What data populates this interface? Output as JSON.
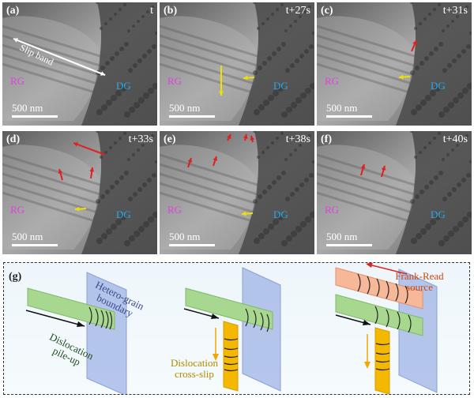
{
  "panels": [
    {
      "label": "(a)",
      "time": "t",
      "rg": "RG",
      "dg": "DG",
      "scale": "500 nm",
      "slip": "Slip band"
    },
    {
      "label": "(b)",
      "time": "t+27s",
      "rg": "RG",
      "dg": "DG",
      "scale": "500 nm"
    },
    {
      "label": "(c)",
      "time": "t+31s",
      "rg": "RG",
      "dg": "DG",
      "scale": "500 nm"
    },
    {
      "label": "(d)",
      "time": "t+33s",
      "rg": "RG",
      "dg": "DG",
      "scale": "500 nm"
    },
    {
      "label": "(e)",
      "time": "t+38s",
      "rg": "RG",
      "dg": "DG",
      "scale": "500 nm"
    },
    {
      "label": "(f)",
      "time": "t+40s",
      "rg": "RG",
      "dg": "DG",
      "scale": "500 nm"
    }
  ],
  "schematic": {
    "label": "(g)",
    "boundary": "Hetero-grain boundary",
    "boundary_line1": "Hetero-grain",
    "boundary_line2": "boundary",
    "pileup_line1": "Dislocation",
    "pileup_line2": "pile-up",
    "crossslip_line1": "Dislocation",
    "crossslip_line2": "cross-slip",
    "source_line1": "Frank-Read",
    "source_line2": "source"
  },
  "colors": {
    "rg": "#e040e0",
    "dg": "#2aa8e8",
    "arrow_red": "#e02020",
    "arrow_yellow": "#f0e000",
    "source_text": "#c84a10",
    "crossslip_text": "#b08a00",
    "pileup_text": "#1f4e1f",
    "boundary_text": "#3a4a8a"
  }
}
